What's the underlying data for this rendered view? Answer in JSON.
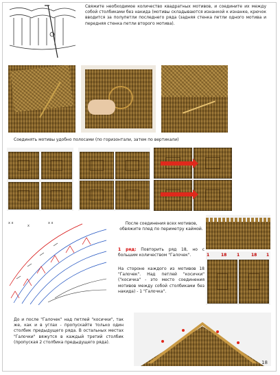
{
  "text": {
    "intro": "Свяжите необходимое количество квадратных мотивов, и соедините их между собой столбиками без накида (мотивы складываются изнанкой к изнанке, крючок вводится за полупетли последнего ряда (задняя стенка петли одного мотива и передняя стенка петли второго мотива).",
    "strips": "Соединять мотивы удобно полосами (по горизонтали, затем по вертикали)",
    "after_join": "После соединения всех мотивов, обвяжите плед по периметру каймой.",
    "row1_label": "1 ряд:",
    "row1_text": " Повторить ряд 18, но с большим количеством \"Галочек\".",
    "side_text": "На стороне каждого из мотивов 18 \"Галочек\". Над петлей \"косички\" (\"косичка\" - это место соединения мотивов между собой столбиками без накида) - 1 \"Галочка\".",
    "bottom_text": "До и после \"Галочек\" над петлей \"косички\", так же, как и в углах - пропускайте только один столбик предыдущего ряда. В остальных местах \"Галочки\" вяжутся в каждый третий столбик (пропуская 2 столбика предыдущего ряда).",
    "page_number": "18"
  },
  "annotations": {
    "n1a": "1",
    "n18a": "18",
    "n1b": "1",
    "n18b": "18",
    "n1c": "1"
  },
  "colors": {
    "yarn": "#8a6426",
    "accent_red": "#e0291c",
    "chart_blue": "#1b4fbf"
  }
}
